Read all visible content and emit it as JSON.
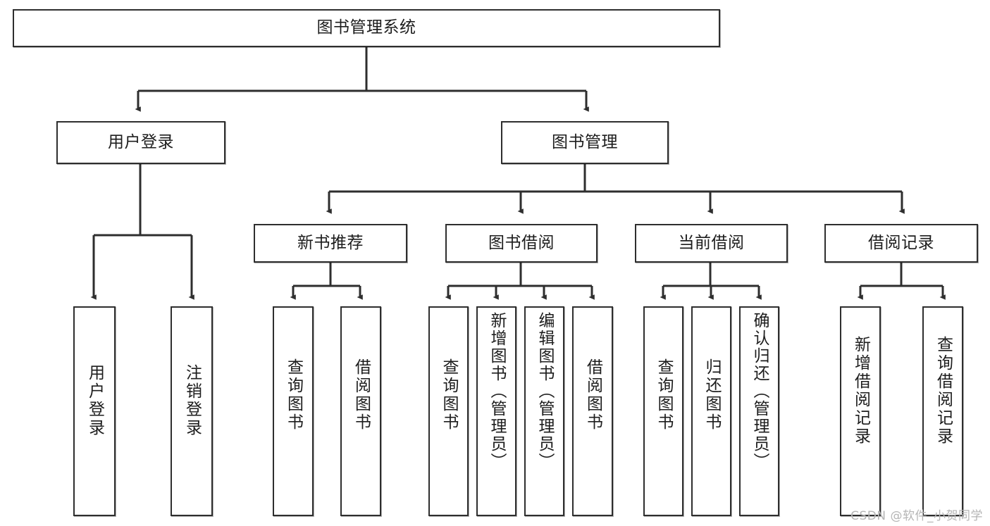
{
  "diagram": {
    "type": "tree-hierarchy-chart",
    "title": "图书管理系统",
    "line_color": "#2e2e2e",
    "box_fill": "#ffffff",
    "text_color": "#1d1d1d",
    "watermark": "CSDN @软件_小贺同学",
    "levels": {
      "root": {
        "label": "图书管理系统"
      },
      "level2": [
        {
          "id": "user-login",
          "label": "用户登录"
        },
        {
          "id": "book-manage",
          "label": "图书管理"
        }
      ],
      "level3": [
        {
          "id": "new-book-rec",
          "label": "新书推荐",
          "parent": "book-manage"
        },
        {
          "id": "book-borrow",
          "label": "图书借阅",
          "parent": "book-manage"
        },
        {
          "id": "current-borrow",
          "label": "当前借阅",
          "parent": "book-manage"
        },
        {
          "id": "borrow-record",
          "label": "借阅记录",
          "parent": "book-manage"
        }
      ],
      "leaves": [
        {
          "id": "leaf-user-login",
          "label": "用户登录",
          "parent": "user-login"
        },
        {
          "id": "leaf-logout-login",
          "label": "注销登录",
          "parent": "user-login"
        },
        {
          "id": "leaf-query-book-1",
          "label": "查询图书",
          "parent": "new-book-rec"
        },
        {
          "id": "leaf-borrow-book-1",
          "label": "借阅图书",
          "parent": "new-book-rec"
        },
        {
          "id": "leaf-query-book-2",
          "label": "查询图书",
          "parent": "book-borrow"
        },
        {
          "id": "leaf-add-book",
          "label": "新增图书（管理员）",
          "parent": "book-borrow"
        },
        {
          "id": "leaf-edit-book",
          "label": "编辑图书（管理员）",
          "parent": "book-borrow"
        },
        {
          "id": "leaf-borrow-book-2",
          "label": "借阅图书",
          "parent": "book-borrow"
        },
        {
          "id": "leaf-query-book-3",
          "label": "查询图书",
          "parent": "current-borrow"
        },
        {
          "id": "leaf-return-book",
          "label": "归还图书",
          "parent": "current-borrow"
        },
        {
          "id": "leaf-confirm-return",
          "label": "确认归还（管理员）",
          "parent": "current-borrow"
        },
        {
          "id": "leaf-add-record",
          "label": "新增借阅记录",
          "parent": "borrow-record"
        },
        {
          "id": "leaf-query-record",
          "label": "查询借阅记录",
          "parent": "borrow-record"
        }
      ]
    }
  }
}
